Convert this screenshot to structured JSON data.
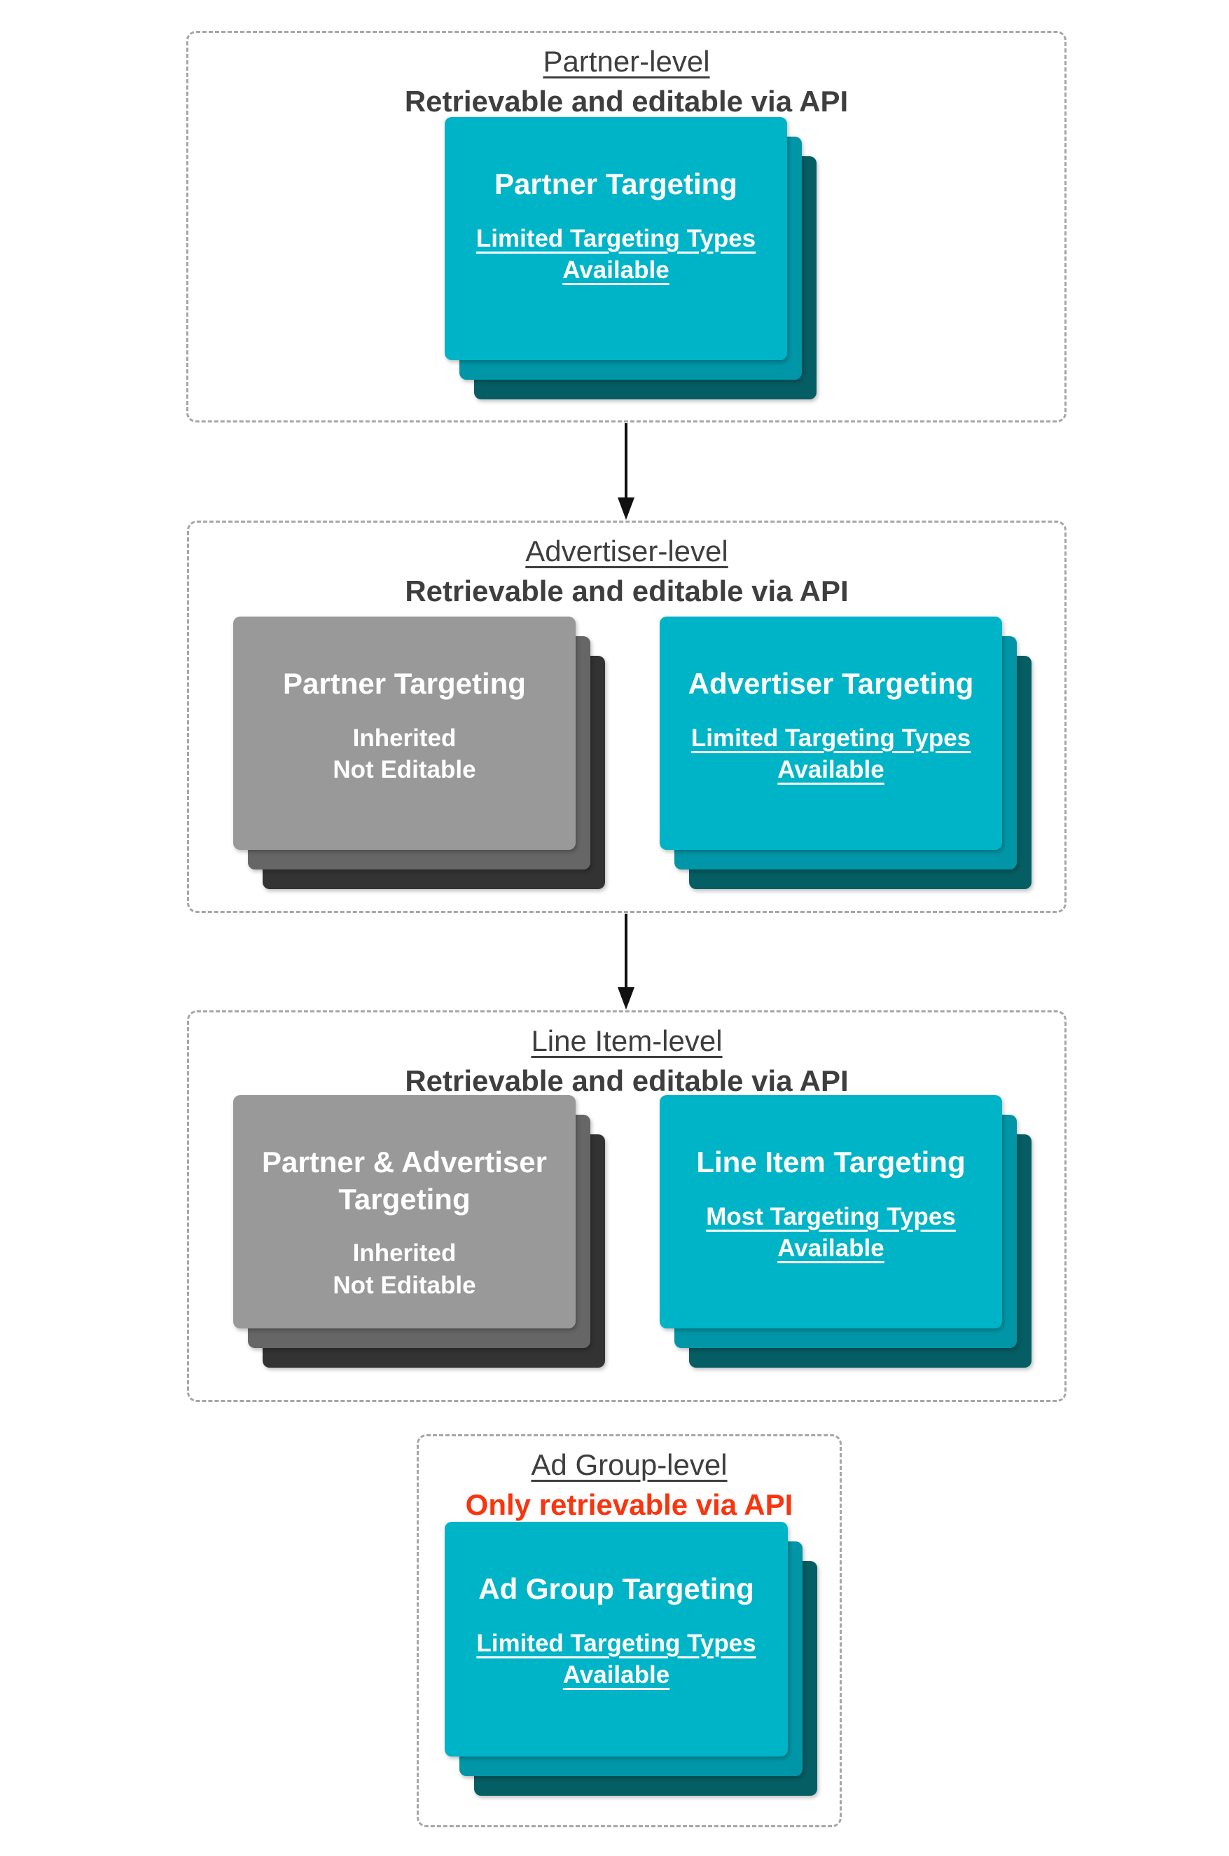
{
  "sections": {
    "partner": {
      "heading": "Partner-level",
      "subheading": "Retrievable and editable via API"
    },
    "advertiser": {
      "heading": "Advertiser-level",
      "subheading": "Retrievable and editable via API"
    },
    "line_item": {
      "heading": "Line Item-level",
      "subheading": "Retrievable and editable via API"
    },
    "ad_group": {
      "heading": "Ad Group-level",
      "subheading": "Only retrievable via API"
    }
  },
  "cards": {
    "partner_targeting": {
      "title": "Partner Targeting",
      "sub1": "Limited Targeting Types",
      "sub2": "Available"
    },
    "partner_targeting_inherited": {
      "title": "Partner Targeting",
      "sub1": "Inherited",
      "sub2": "Not Editable"
    },
    "advertiser_targeting": {
      "title": "Advertiser Targeting",
      "sub1": "Limited Targeting Types",
      "sub2": "Available"
    },
    "partner_advertiser_inherited": {
      "title1": "Partner & Advertiser",
      "title2": "Targeting",
      "sub1": "Inherited",
      "sub2": "Not Editable"
    },
    "line_item_targeting": {
      "title": "Line Item Targeting",
      "sub1": "Most Targeting Types",
      "sub2": "Available"
    },
    "ad_group_targeting": {
      "title": "Ad Group Targeting",
      "sub1": "Limited Targeting Types",
      "sub2": "Available"
    }
  },
  "colors": {
    "card_teal": "#00b4c8",
    "card_teal_mid": "#0096a7",
    "card_teal_dark": "#055e64",
    "card_gray": "#999999",
    "card_gray_mid": "#666666",
    "card_gray_dark": "#333333",
    "heading_text": "#3e3e3e",
    "alert_red": "#f8350f",
    "arrow_black": "#111111",
    "dashed_border": "#a6a6a6",
    "card_text": "#ffffff"
  }
}
